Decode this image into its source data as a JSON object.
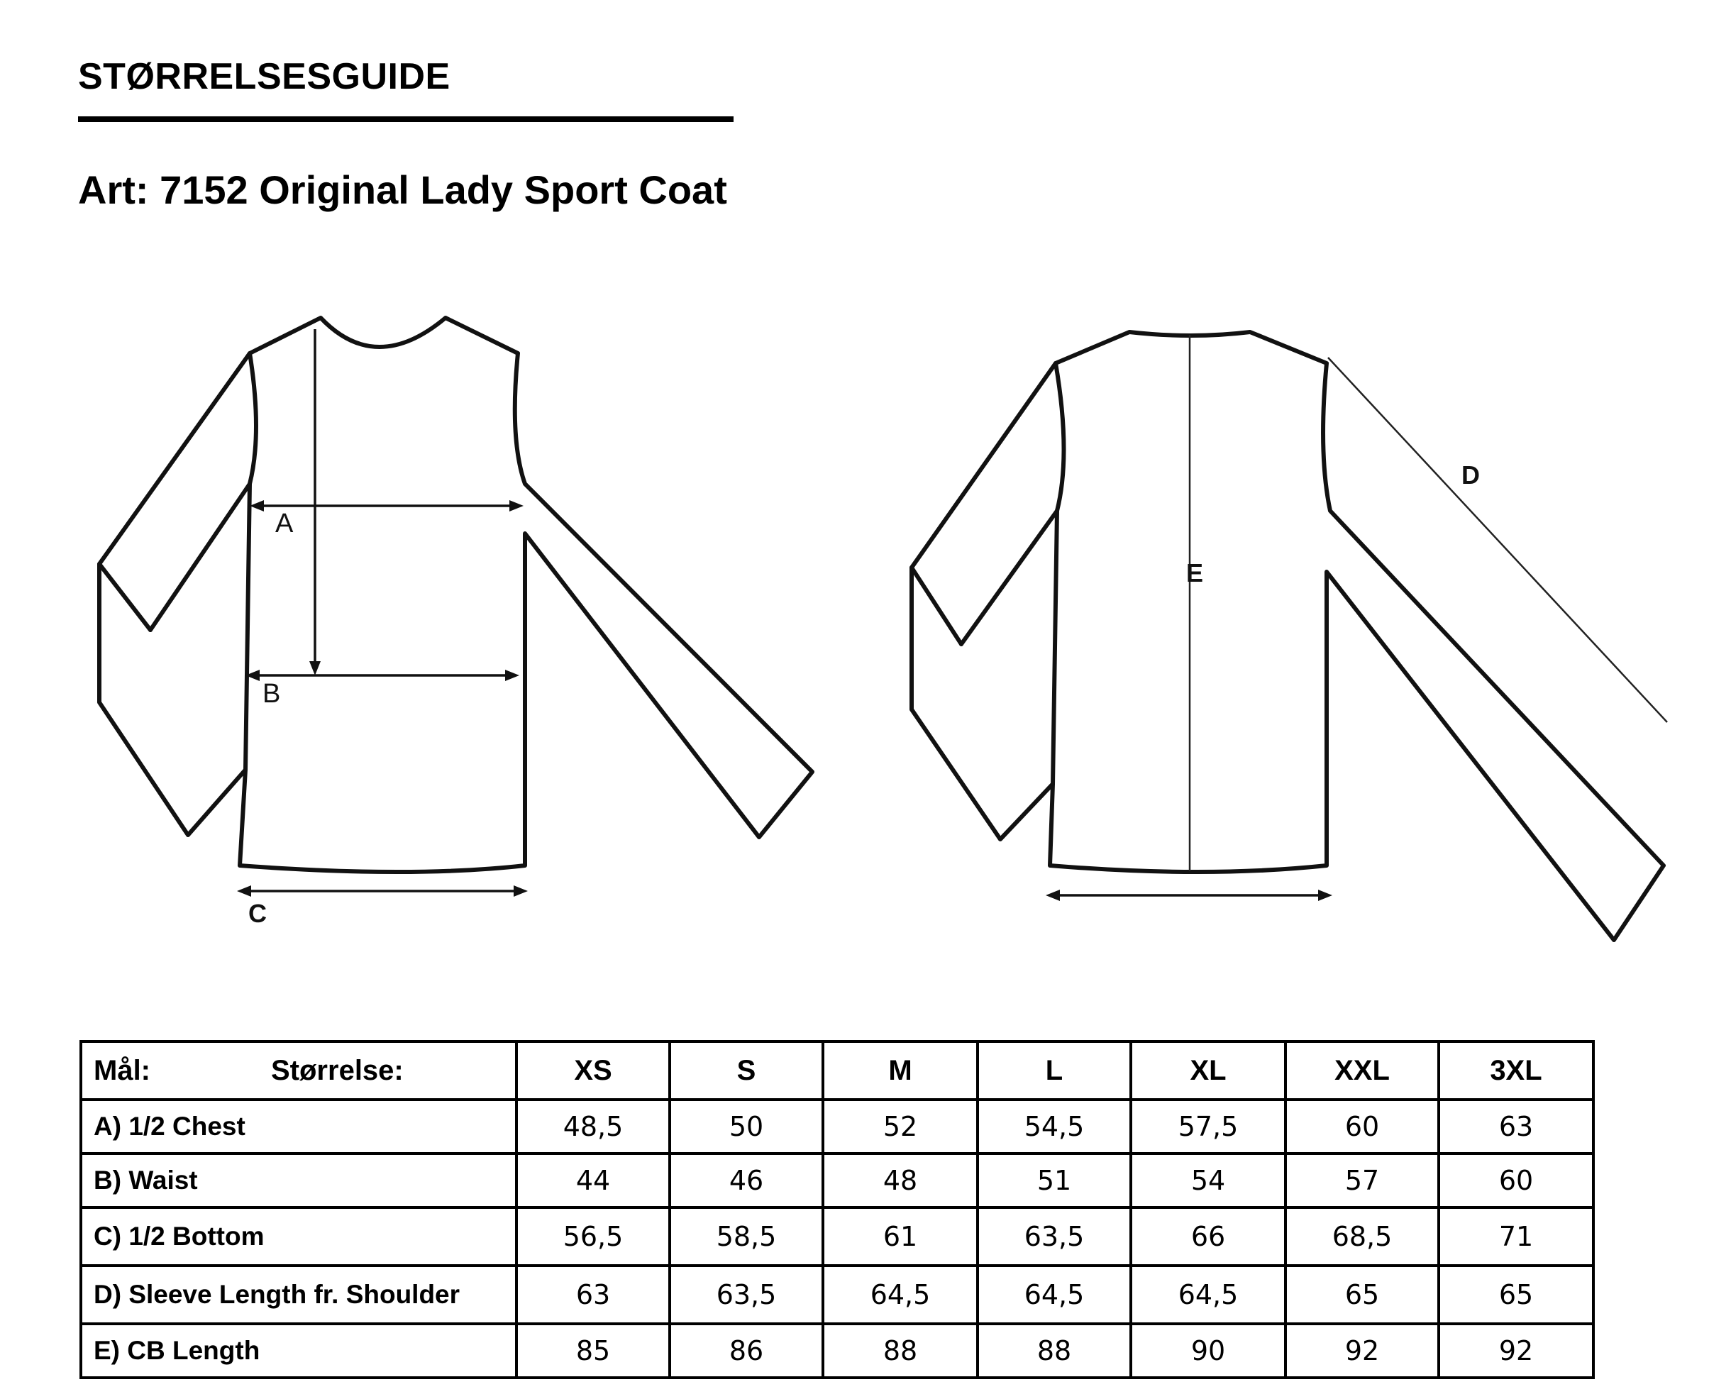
{
  "heading": "STØRRELSESGUIDE",
  "article_title": "Art: 7152 Original Lady Sport Coat",
  "diagram": {
    "front_labels": {
      "a": "A",
      "b": "B",
      "c": "C"
    },
    "back_labels": {
      "d": "D",
      "e": "E"
    }
  },
  "table": {
    "header_measure": "Mål:",
    "header_size": "Størrelse:",
    "sizes": [
      "XS",
      "S",
      "M",
      "L",
      "XL",
      "XXL",
      "3XL"
    ],
    "rows": [
      {
        "label": "A) 1/2 Chest",
        "values": [
          "48,5",
          "50",
          "52",
          "54,5",
          "57,5",
          "60",
          "63"
        ]
      },
      {
        "label": "B) Waist",
        "values": [
          "44",
          "46",
          "48",
          "51",
          "54",
          "57",
          "60"
        ]
      },
      {
        "label": "C) 1/2 Bottom",
        "values": [
          "56,5",
          "58,5",
          "61",
          "63,5",
          "66",
          "68,5",
          "71"
        ]
      },
      {
        "label": "D) Sleeve Length fr. Shoulder",
        "values": [
          "63",
          "63,5",
          "64,5",
          "64,5",
          "64,5",
          "65",
          "65"
        ]
      },
      {
        "label": "E) CB Length",
        "values": [
          "85",
          "86",
          "88",
          "88",
          "90",
          "92",
          "92"
        ]
      }
    ]
  },
  "colors": {
    "ink": "#000000",
    "background": "#ffffff"
  }
}
